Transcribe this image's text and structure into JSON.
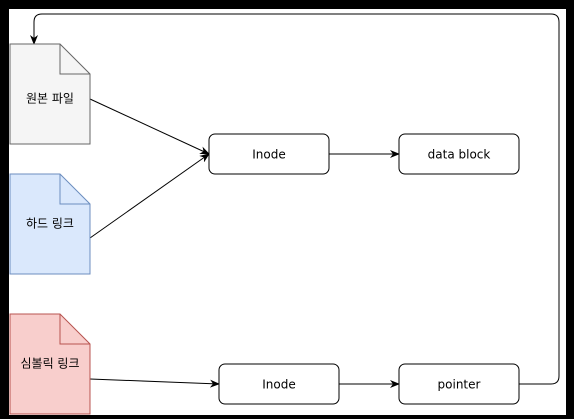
{
  "nodes": {
    "original_file": "원본 파일",
    "hard_link": "하드 링크",
    "symbolic_link": "심볼릭 링크",
    "inode_top": "Inode",
    "data_block": "data block",
    "inode_bottom": "Inode",
    "pointer": "pointer"
  },
  "colors": {
    "canvas": "#ffffff",
    "frame": "#000000",
    "original_file_fill": "#f5f5f5",
    "original_file_stroke": "#666666",
    "hard_link_fill": "#dae8fc",
    "hard_link_stroke": "#6c8ebf",
    "symbolic_link_fill": "#f8cecc",
    "symbolic_link_stroke": "#b85450",
    "box_fill": "#ffffff",
    "box_stroke": "#000000",
    "edge": "#000000"
  }
}
